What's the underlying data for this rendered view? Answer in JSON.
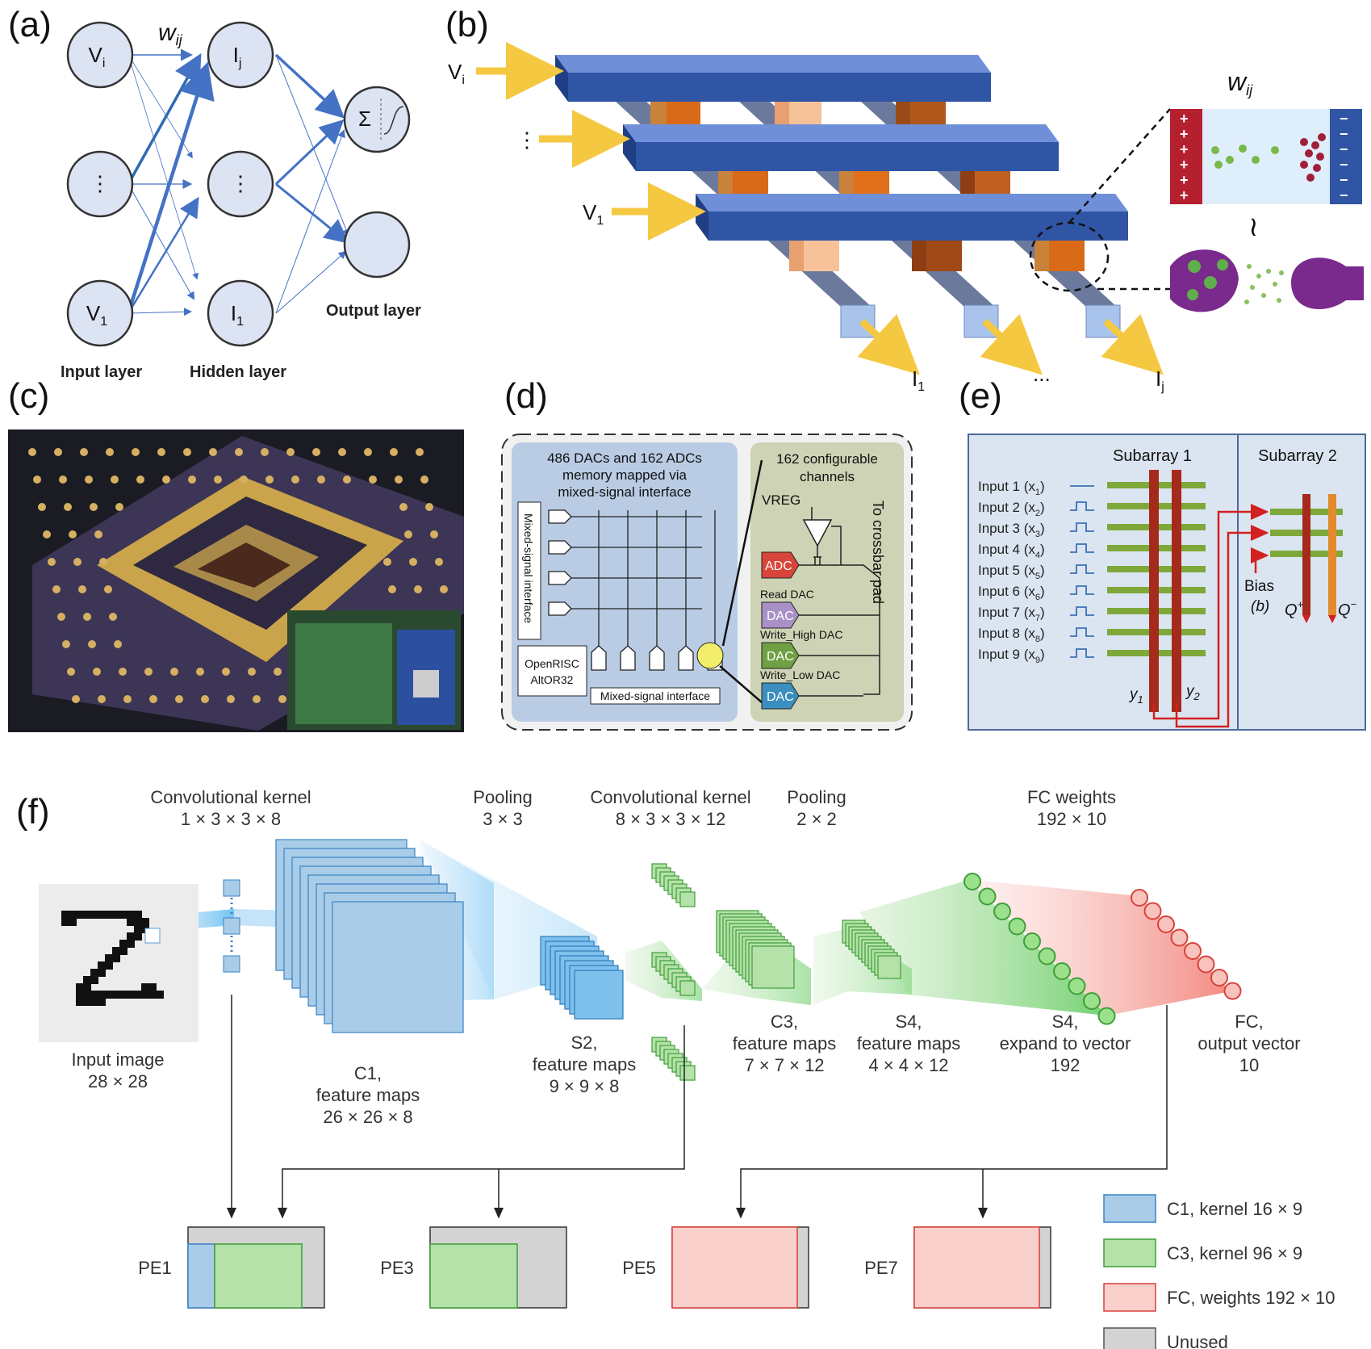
{
  "panels": {
    "a": {
      "label": "(a)",
      "weight": "w",
      "weight_sub": "ij",
      "input_nodes": [
        "V",
        "⋮",
        "V"
      ],
      "input_subs": [
        "i",
        "",
        "1"
      ],
      "hidden_nodes": [
        "I",
        "⋮",
        "I"
      ],
      "hidden_subs": [
        "j",
        "",
        "1"
      ],
      "sum_symbol": "Σ",
      "input_layer": "Input layer",
      "hidden_layer": "Hidden layer",
      "output_layer": "Output layer"
    },
    "b": {
      "label": "(b)",
      "rows": [
        "V",
        "⋮",
        "V"
      ],
      "row_subs": [
        "i",
        "",
        "1"
      ],
      "outputs": [
        "I",
        "...",
        "I"
      ],
      "output_subs": [
        "1",
        "",
        "j"
      ],
      "weight": "w",
      "weight_sub": "ij",
      "equiv": "≀"
    },
    "c": {
      "label": "(c)"
    },
    "d": {
      "label": "(d)",
      "left_title": [
        "486 DACs and 162 ADCs",
        "memory mapped via",
        "mixed-signal interface"
      ],
      "vertical_interface": "Mixed-signal interface",
      "cpu": [
        "OpenRISC",
        "AltOR32"
      ],
      "bottom_interface": "Mixed-signal interface",
      "right_title": [
        "162 configurable",
        "channels"
      ],
      "vreg": "VREG",
      "adc": "ADC",
      "dac": "DAC",
      "read_dac": "Read DAC",
      "write_high": "Write_High DAC",
      "write_low": "Write_Low DAC",
      "to_pad": "To crossbar pad"
    },
    "e": {
      "label": "(e)",
      "sub1": "Subarray 1",
      "sub2": "Subarray 2",
      "inputs": [
        {
          "text": "Input 1 (x",
          "sub": "1"
        },
        {
          "text": "Input 2 (x",
          "sub": "2"
        },
        {
          "text": "Input 3 (x",
          "sub": "3"
        },
        {
          "text": "Input 4 (x",
          "sub": "4"
        },
        {
          "text": "Input 5 (x",
          "sub": "5"
        },
        {
          "text": "Input 6 (x",
          "sub": "6"
        },
        {
          "text": "Input 7 (x",
          "sub": "7"
        },
        {
          "text": "Input 8 (x",
          "sub": "8"
        },
        {
          "text": "Input 9 (x",
          "sub": "9"
        }
      ],
      "y1": "y",
      "y1_sub": "1",
      "y2": "y",
      "y2_sub": "2",
      "bias": "Bias",
      "bias_b": "(b)",
      "qplus": "Q",
      "qplus_sup": "+",
      "qminus": "Q",
      "qminus_sup": "−"
    },
    "f": {
      "label": "(f)",
      "top_captions": [
        [
          "Convolutional kernel",
          "1 × 3 × 3 × 8"
        ],
        [
          "Pooling",
          "3 × 3"
        ],
        [
          "Convolutional kernel",
          "8 × 3 × 3 × 12"
        ],
        [
          "Pooling",
          "2 × 2"
        ],
        [
          "FC weights",
          "192 × 10"
        ]
      ],
      "bottom_captions": [
        [
          "Input image",
          "28 × 28"
        ],
        [
          "C1,",
          "feature maps",
          "26 × 26 × 8"
        ],
        [
          "S2,",
          "feature maps",
          "9 × 9 × 8"
        ],
        [
          "C3,",
          "feature maps",
          "7 × 7 × 12"
        ],
        [
          "S4,",
          "feature maps",
          "4 × 4 × 12"
        ],
        [
          "S4,",
          "expand to vector",
          "192"
        ],
        [
          "FC,",
          "output vector",
          "10"
        ]
      ],
      "pes": [
        "PE1",
        "PE3",
        "PE5",
        "PE7"
      ],
      "legend": [
        {
          "label": "C1, kernel 16 × 9",
          "color": "#a9cde8",
          "stroke": "#3b82c4"
        },
        {
          "label": "C3, kernel 96 × 9",
          "color": "#b4e2a8",
          "stroke": "#3f9e3a"
        },
        {
          "label": "FC, weights 192 × 10",
          "color": "#f9d0cc",
          "stroke": "#d9413a"
        },
        {
          "label": "Unused",
          "color": "#d3d3d3",
          "stroke": "#555555"
        }
      ]
    }
  }
}
